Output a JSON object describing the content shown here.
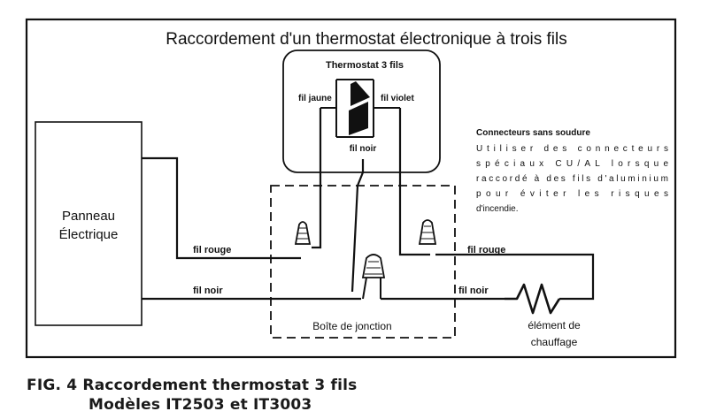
{
  "title": "Raccordement d'un thermostat électronique à trois fils",
  "thermostat": {
    "label": "Thermostat 3 fils",
    "wire_left": "fil jaune",
    "wire_right": "fil violet",
    "wire_center": "fil noir"
  },
  "panel_label_line1": "Panneau",
  "panel_label_line2": "Électrique",
  "junction_box_label": "Boîte de jonction",
  "heater_label_line1": "élément de",
  "heater_label_line2": "chauffage",
  "wires": {
    "left_red": "fil rouge",
    "left_black": "fil noir",
    "right_red": "fil rouge",
    "right_black": "fil noir"
  },
  "note": {
    "heading": "Connecteurs sans soudure",
    "lines": [
      "Utiliser des connecteurs",
      "spéciaux CU/AL lorsque",
      "raccordé à des fils d'aluminium",
      "pour éviter les risques",
      "d'incendie."
    ]
  },
  "caption_line1": "FIG. 4 Raccordement thermostat 3 fils",
  "caption_line2": "Modèles IT2503 et IT3003"
}
